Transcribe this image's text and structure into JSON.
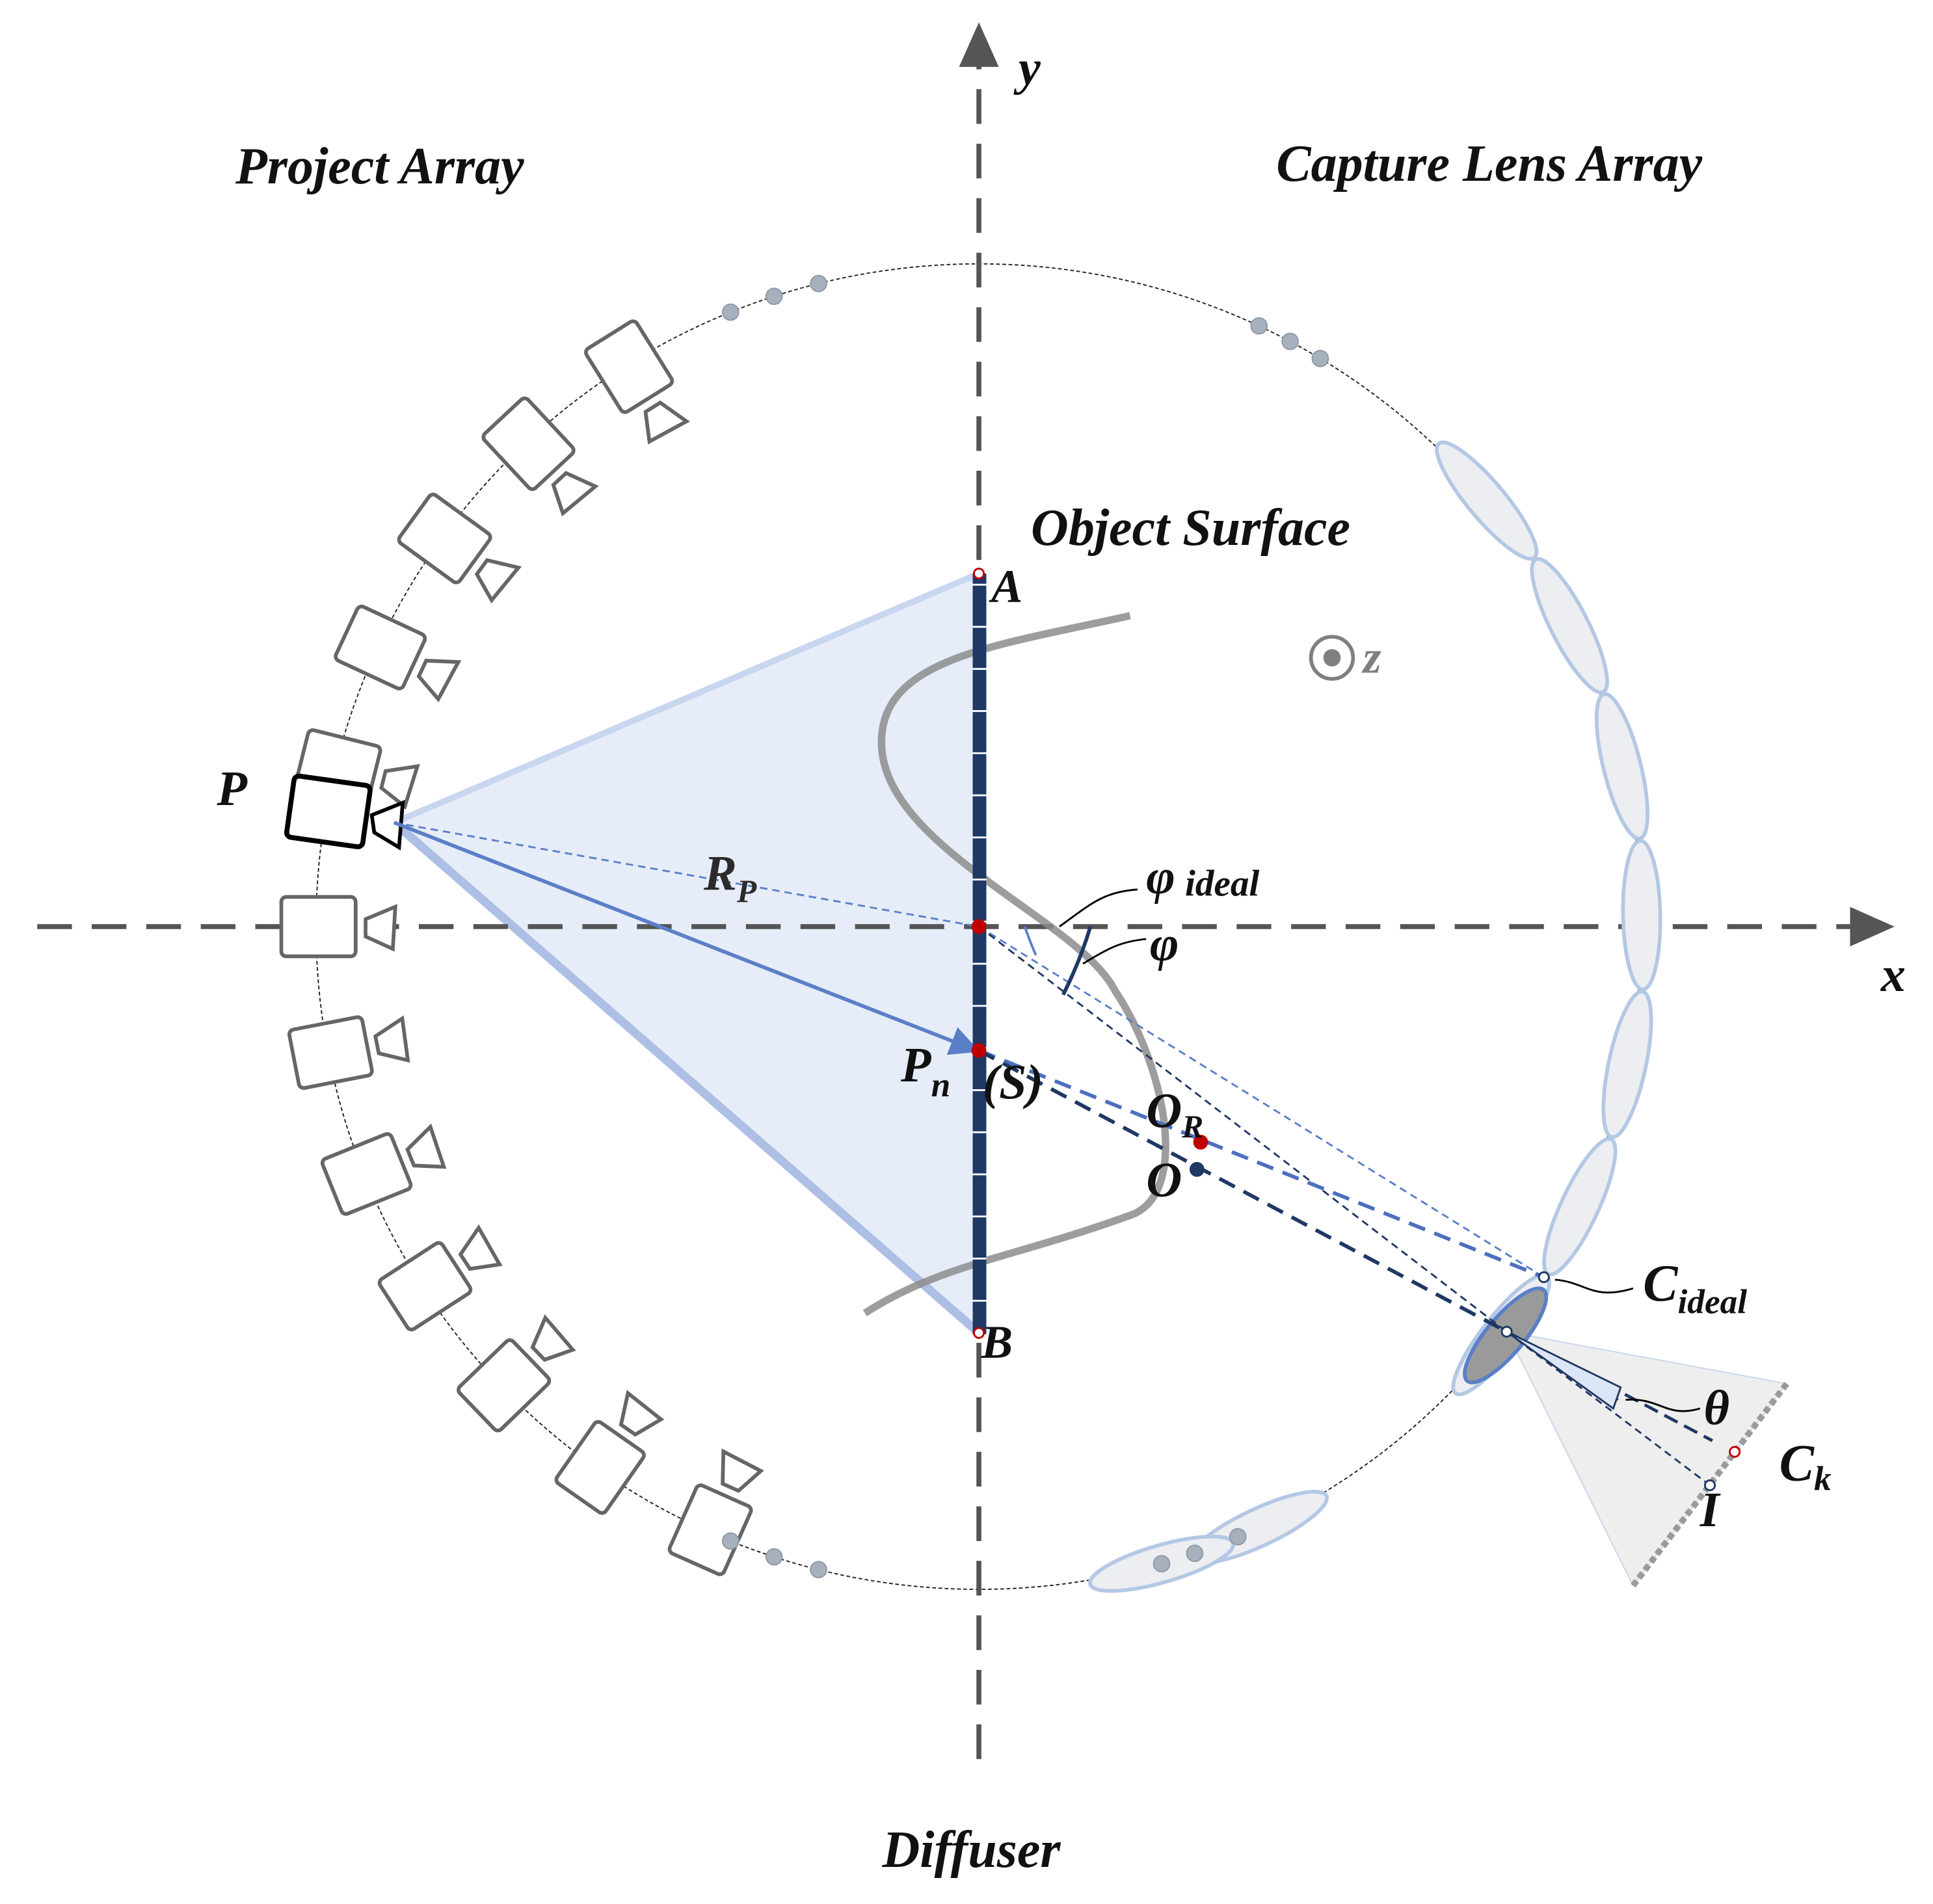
{
  "labels": {
    "y_axis": "y",
    "x_axis": "x",
    "z_axis": "z",
    "project_array": "Project Array",
    "capture_lens_array": "Capture Lens Array",
    "object_surface": "Object Surface",
    "diffuser": "Diffuser",
    "point_a": "A",
    "point_b": "B",
    "point_p": "P",
    "rp_main": "R",
    "rp_sub": "P",
    "pn_main": "P",
    "pn_sub": "n",
    "s_label": "(S)",
    "or_main": "O",
    "or_sub": "R",
    "o_label": "O",
    "phi_ideal_main": "φ",
    "phi_ideal_sub": "ideal",
    "phi": "φ",
    "c_ideal_main": "C",
    "c_ideal_sub": "ideal",
    "theta": "θ",
    "ck_main": "C",
    "ck_sub": "k",
    "i_label": "I"
  },
  "colors": {
    "axis": "#555555",
    "circle": "#222222",
    "diffuser": "#1f3864",
    "projector_gray": "#666666",
    "projector_active": "#000000",
    "lens_fill": "#eceef2",
    "lens_stroke": "#b4c8e4",
    "frustum_fill": "#dbe5f5",
    "ray_blue": "#5b7fc7",
    "ray_dark": "#1f3864",
    "red_point": "#c00000",
    "gray_dot": "#a7b0bd",
    "surface": "#8c8c8c"
  }
}
